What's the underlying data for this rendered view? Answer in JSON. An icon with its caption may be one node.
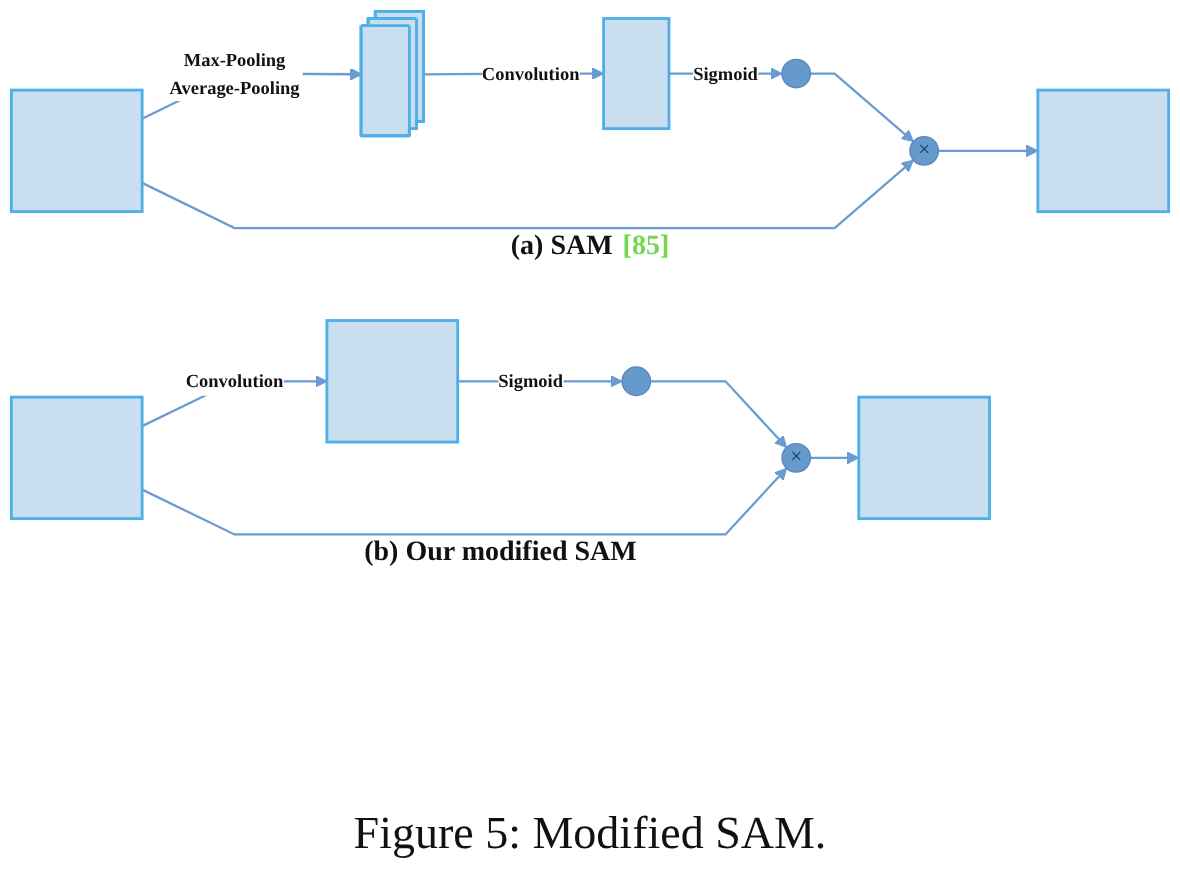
{
  "diagram": {
    "caption": "Figure 5: Modified SAM.",
    "nodes": [
      {
        "text": [],
        "shape": "cube"
      },
      {
        "text": [],
        "shape": "stack"
      },
      {
        "text": [],
        "shape": "box"
      },
      {
        "text": [],
        "shape": "circle"
      },
      {
        "text": [
          "×"
        ]
      },
      {
        "text": [],
        "shape": "cube"
      },
      {
        "text": [],
        "shape": "cube"
      },
      {
        "text": [],
        "shape": "cube"
      },
      {
        "text": [],
        "shape": "circle"
      },
      {
        "text": [
          "×"
        ]
      },
      {
        "text": [],
        "shape": "cube"
      }
    ],
    "edges": [
      {
        "from": 0,
        "to": 1,
        "arrow": "to",
        "label": "Max-Pooling Average-Pooling"
      },
      {
        "from": 1,
        "to": 2,
        "arrow": "to",
        "label": "Convolution"
      },
      {
        "from": 2,
        "to": 3,
        "arrow": "to",
        "label": "Sigmoid"
      },
      {
        "from": 3,
        "to": 4,
        "arrow": "to"
      },
      {
        "from": 0,
        "to": 4,
        "arrow": "to"
      },
      {
        "from": 4,
        "to": 5,
        "arrow": "to"
      },
      {
        "from": 6,
        "to": 7,
        "arrow": "to",
        "label": "Convolution"
      },
      {
        "from": 7,
        "to": 8,
        "arrow": "to",
        "label": "Sigmoid"
      },
      {
        "from": 8,
        "to": 9,
        "arrow": "to"
      },
      {
        "from": 6,
        "to": 9,
        "arrow": "to"
      },
      {
        "from": 9,
        "to": 10,
        "arrow": "to"
      }
    ],
    "labels": [
      "(a) SAM",
      "[85]",
      "(b) Our modified SAM"
    ]
  }
}
